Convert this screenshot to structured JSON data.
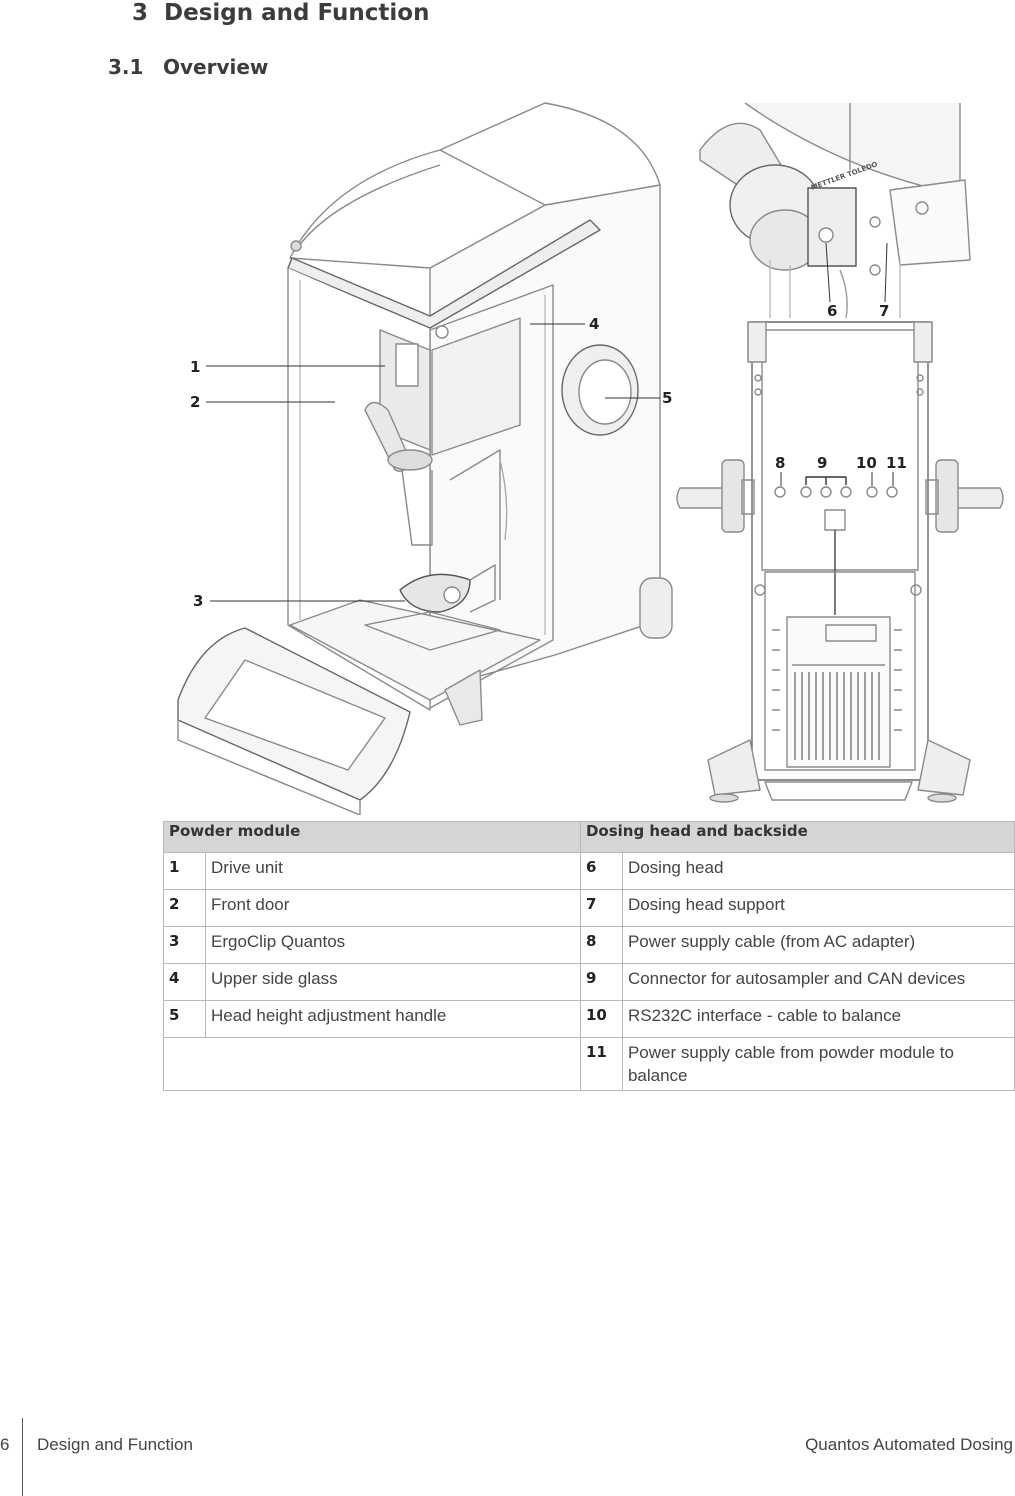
{
  "heading": {
    "number": "3",
    "title": "Design and Function"
  },
  "subheading": {
    "number": "3.1",
    "title": "Overview"
  },
  "figure": {
    "callouts": [
      "1",
      "2",
      "3",
      "4",
      "5",
      "6",
      "7",
      "8",
      "9",
      "10",
      "11"
    ],
    "logo_text": "METTLER TOLEDO"
  },
  "legend": {
    "headers": [
      "Powder module",
      "Dosing head and backside"
    ],
    "left": [
      {
        "n": "1",
        "label": "Drive unit"
      },
      {
        "n": "2",
        "label": "Front door"
      },
      {
        "n": "3",
        "label": "ErgoClip Quantos"
      },
      {
        "n": "4",
        "label": "Upper side glass"
      },
      {
        "n": "5",
        "label": "Head height adjustment handle"
      }
    ],
    "right": [
      {
        "n": "6",
        "label": "Dosing head"
      },
      {
        "n": "7",
        "label": "Dosing head support"
      },
      {
        "n": "8",
        "label": "Power supply cable (from AC adapter)"
      },
      {
        "n": "9",
        "label": "Connector for autosampler and CAN devices"
      },
      {
        "n": "10",
        "label": "RS232C interface - cable to balance"
      },
      {
        "n": "11",
        "label": "Power supply cable from powder module to balance"
      }
    ]
  },
  "footer": {
    "page": "6",
    "section": "Design and Function",
    "product": "Quantos Automated Dosing"
  }
}
